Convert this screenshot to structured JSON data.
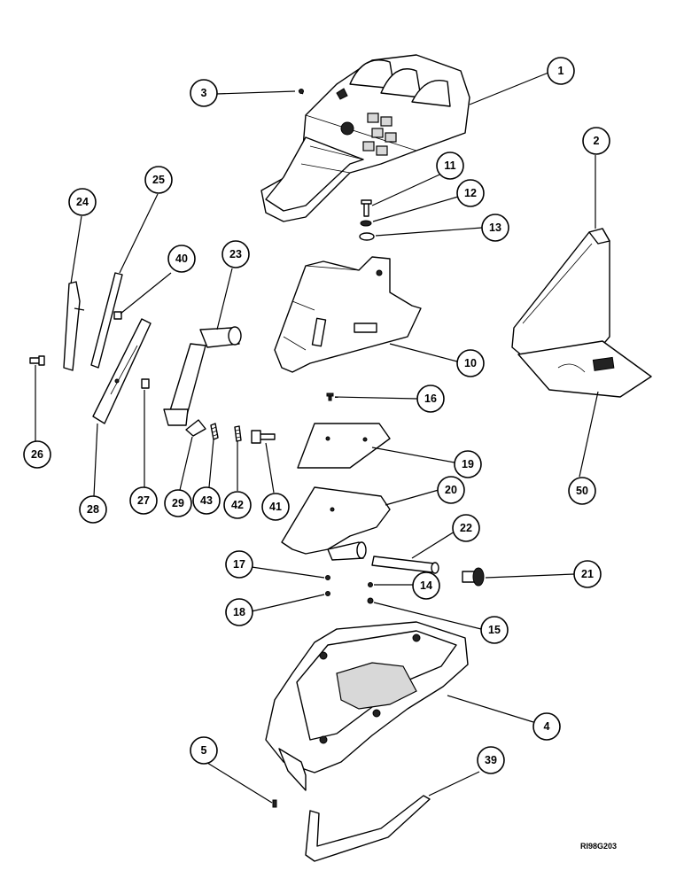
{
  "diagram": {
    "reference_code": "RI98G203",
    "callouts": [
      {
        "id": "c1",
        "label": "1"
      },
      {
        "id": "c2",
        "label": "2"
      },
      {
        "id": "c3",
        "label": "3"
      },
      {
        "id": "c4",
        "label": "4"
      },
      {
        "id": "c5",
        "label": "5"
      },
      {
        "id": "c10",
        "label": "10"
      },
      {
        "id": "c11",
        "label": "11"
      },
      {
        "id": "c12",
        "label": "12"
      },
      {
        "id": "c13",
        "label": "13"
      },
      {
        "id": "c14",
        "label": "14"
      },
      {
        "id": "c15",
        "label": "15"
      },
      {
        "id": "c16",
        "label": "16"
      },
      {
        "id": "c17",
        "label": "17"
      },
      {
        "id": "c18",
        "label": "18"
      },
      {
        "id": "c19",
        "label": "19"
      },
      {
        "id": "c20",
        "label": "20"
      },
      {
        "id": "c21",
        "label": "21"
      },
      {
        "id": "c22",
        "label": "22"
      },
      {
        "id": "c23",
        "label": "23"
      },
      {
        "id": "c24",
        "label": "24"
      },
      {
        "id": "c25",
        "label": "25"
      },
      {
        "id": "c26",
        "label": "26"
      },
      {
        "id": "c27",
        "label": "27"
      },
      {
        "id": "c28",
        "label": "28"
      },
      {
        "id": "c29",
        "label": "29"
      },
      {
        "id": "c39",
        "label": "39"
      },
      {
        "id": "c40",
        "label": "40"
      },
      {
        "id": "c41",
        "label": "41"
      },
      {
        "id": "c42",
        "label": "42"
      },
      {
        "id": "c43",
        "label": "43"
      },
      {
        "id": "c50",
        "label": "50"
      }
    ]
  }
}
